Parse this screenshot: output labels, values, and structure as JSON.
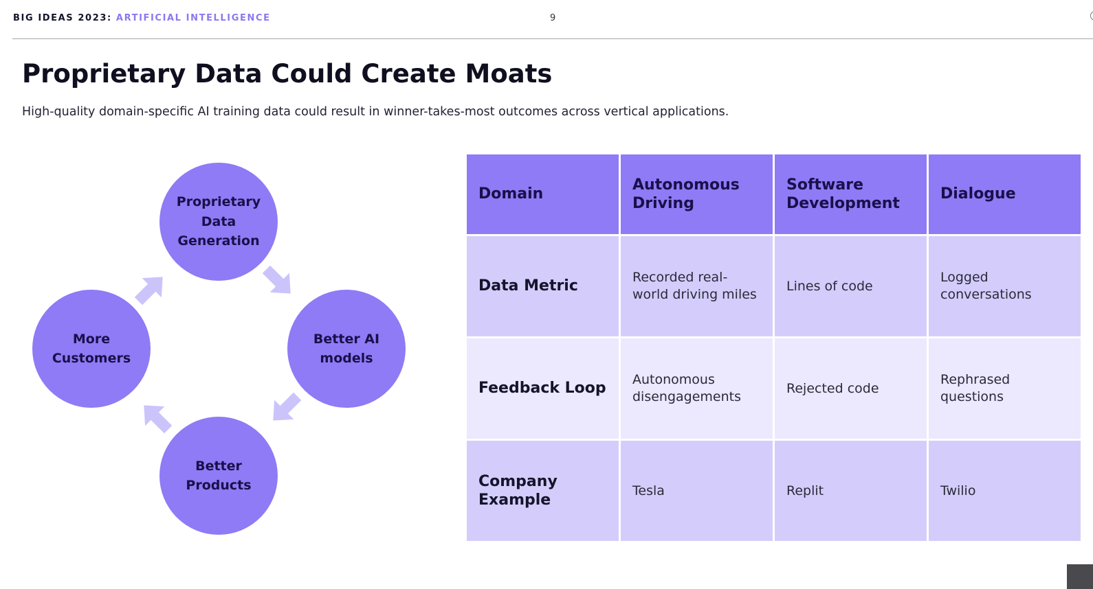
{
  "header": {
    "series": "BIG IDEAS 2023:",
    "topic": "ARTIFICIAL INTELLIGENCE",
    "page_number": "9"
  },
  "title": "Proprietary Data Could Create Moats",
  "subtitle": "High-quality domain-specific AI training data could result in winner-takes-most outcomes across vertical applications.",
  "cycle": {
    "nodes": [
      "Proprietary Data Generation",
      "Better AI models",
      "Better Products",
      "More Customers"
    ]
  },
  "table": {
    "header": [
      "Domain",
      "Autonomous Driving",
      "Software Development",
      "Dialogue"
    ],
    "rows": [
      {
        "label": "Data Metric",
        "cells": [
          "Recorded real-world driving miles",
          "Lines of code",
          "Logged conversations"
        ]
      },
      {
        "label": "Feedback Loop",
        "cells": [
          "Autonomous disengagements",
          "Rejected code",
          "Rephrased questions"
        ]
      },
      {
        "label": "Company Example",
        "cells": [
          "Tesla",
          "Replit",
          "Twilio"
        ]
      }
    ]
  },
  "colors": {
    "accent": "#8e7bf5",
    "accent_text": "#8a78f0",
    "row_dark": "#d4cdfb",
    "row_light": "#ece8fd",
    "arrow": "#cbc4fb"
  }
}
